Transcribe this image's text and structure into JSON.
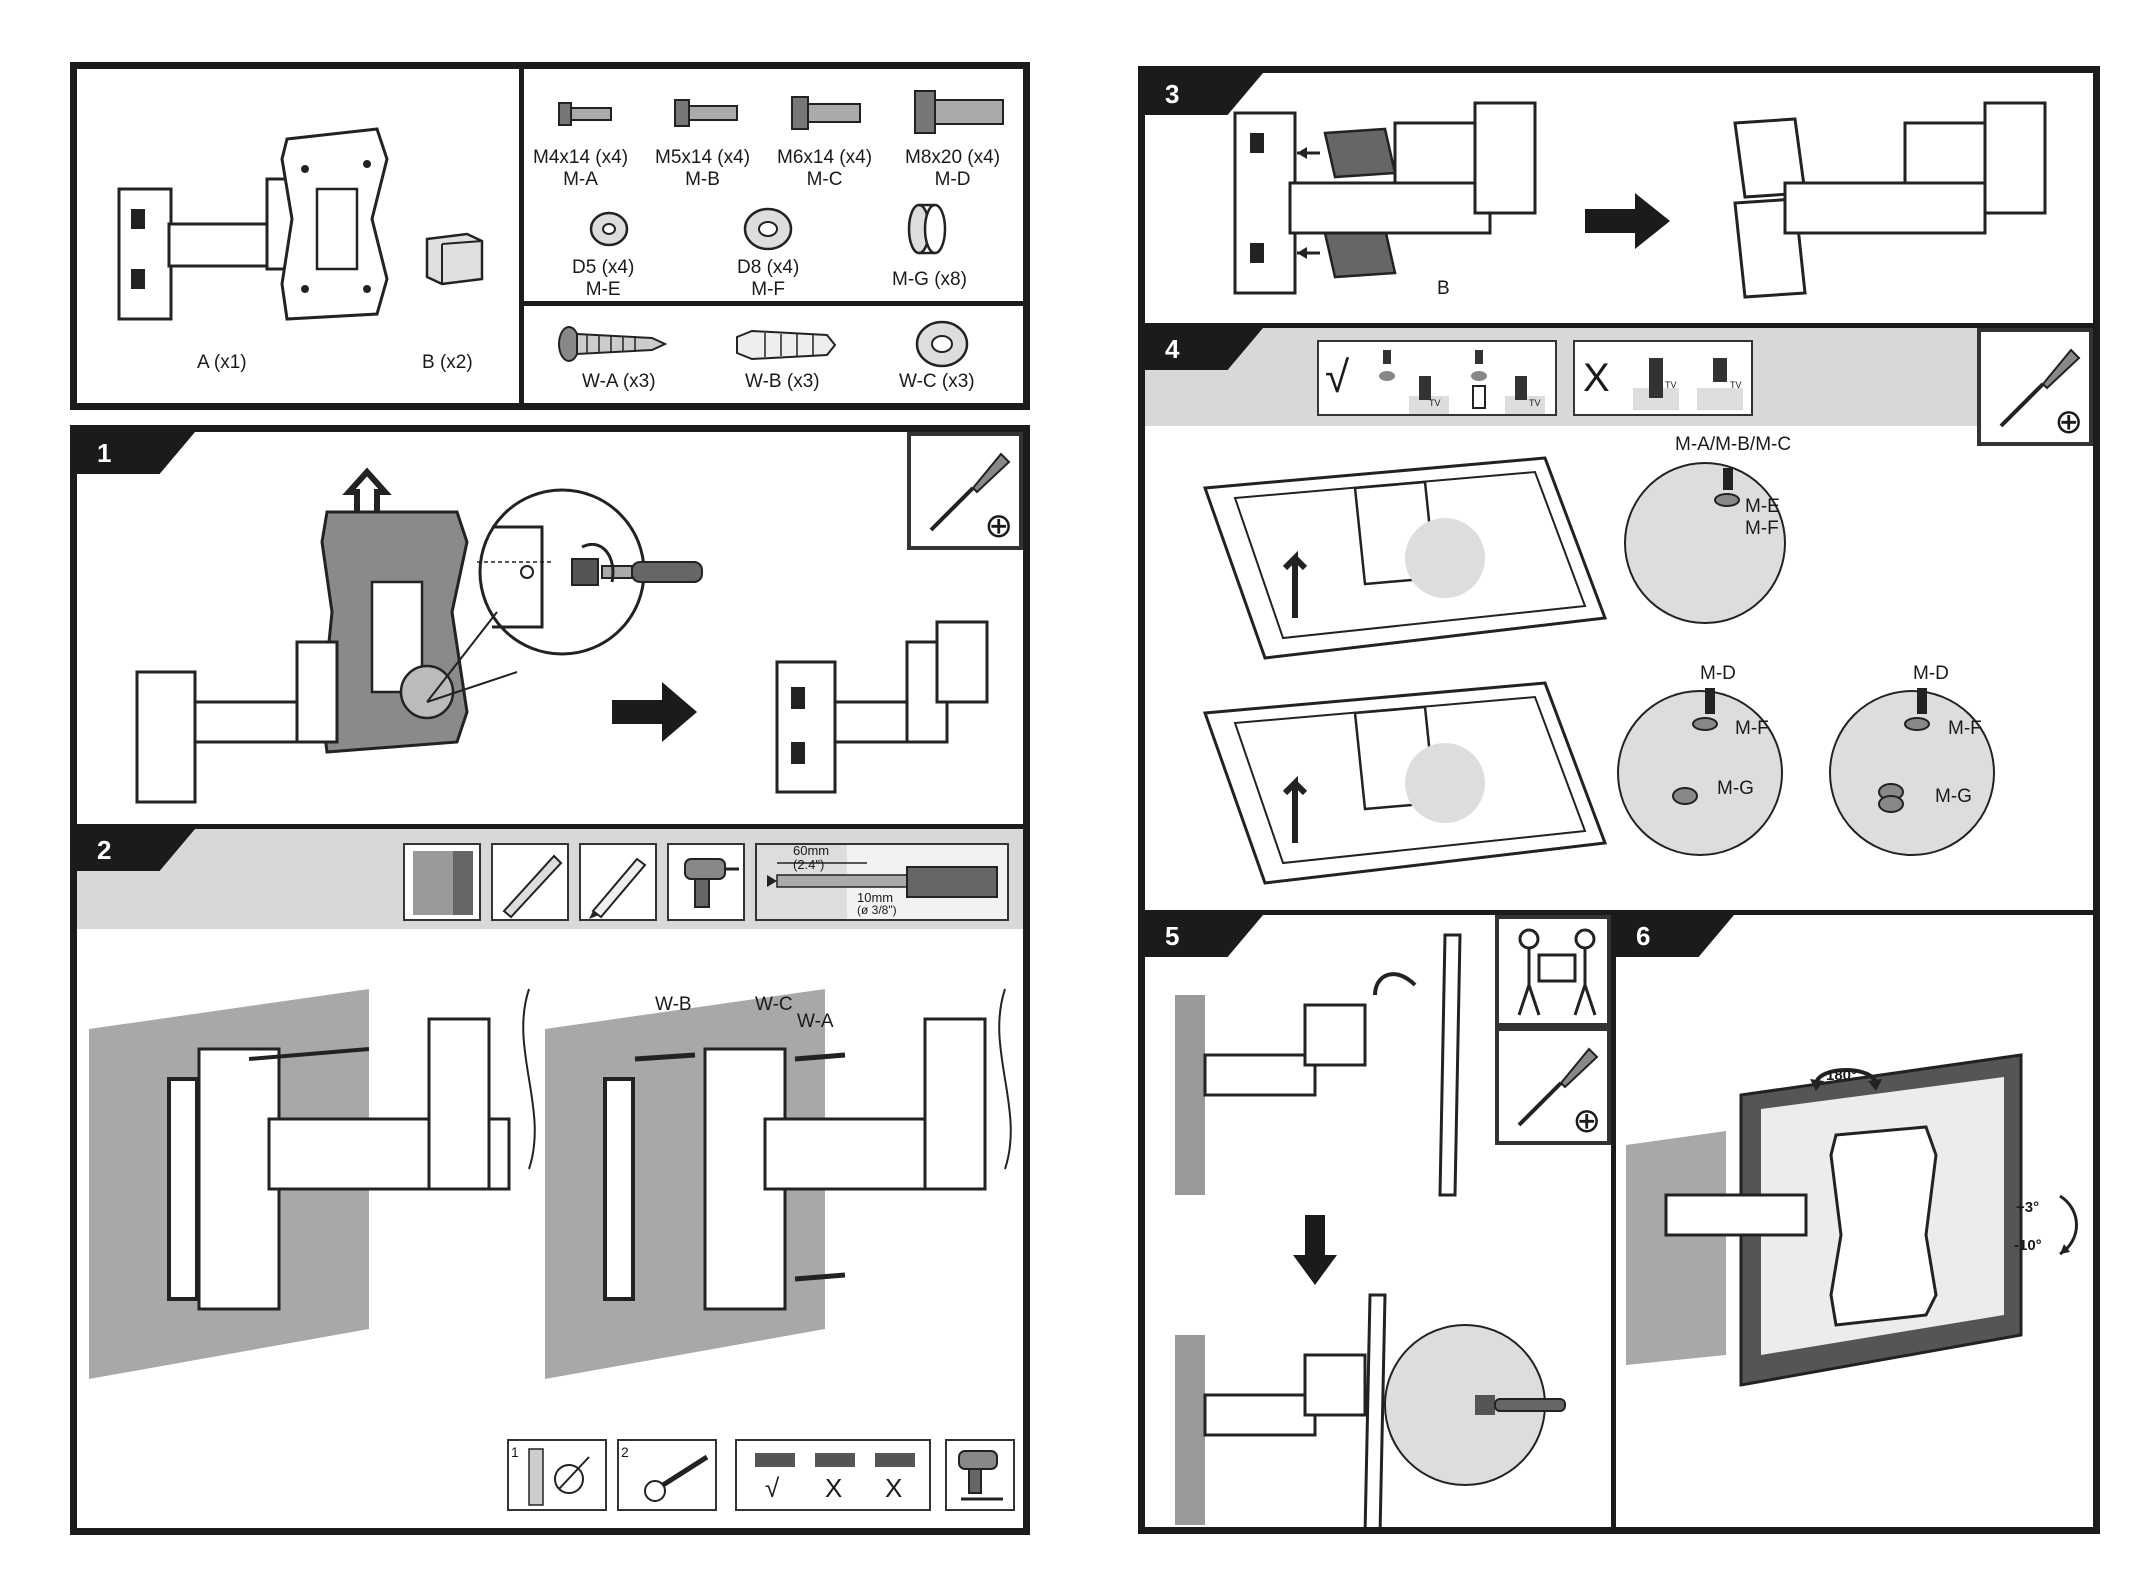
{
  "parts": {
    "bracket": "A (x1)",
    "spacer": "B (x2)",
    "screws": [
      {
        "size": "M4x14 (x4)",
        "code": "M-A"
      },
      {
        "size": "M5x14 (x4)",
        "code": "M-B"
      },
      {
        "size": "M6x14 (x4)",
        "code": "M-C"
      },
      {
        "size": "M8x20 (x4)",
        "code": "M-D"
      }
    ],
    "washers": [
      {
        "size": "D5 (x4)",
        "code": "M-E"
      },
      {
        "size": "D8 (x4)",
        "code": "M-F"
      }
    ],
    "spacer_mg": "M-G (x8)",
    "wall": [
      "W-A (x3)",
      "W-B (x3)",
      "W-C (x3)"
    ]
  },
  "steps": {
    "s1": "1",
    "s2": "2",
    "s3": "3",
    "s4": "4",
    "s5": "5",
    "s6": "6"
  },
  "step2": {
    "drill_depth": "60mm",
    "drill_depth_in": "(2.4\")",
    "drill_dia": "10mm",
    "drill_dia_in": "(ø 3/8\")",
    "callouts": {
      "wb": "W-B",
      "wc": "W-C",
      "wa": "W-A"
    },
    "level_marks": [
      "√",
      "X",
      "X"
    ],
    "sub1": "1",
    "sub2": "2"
  },
  "step3": {
    "spacer_label": "B"
  },
  "step4": {
    "check": "√",
    "cross": "X",
    "tv": "TV",
    "callouts": {
      "screws": "M-A/M-B/M-C",
      "me": "M-E",
      "mf": "M-F",
      "md": "M-D",
      "mg": "M-G"
    }
  },
  "step6": {
    "rotate": "180°",
    "tilt_up": "+3°",
    "tilt_down": "-10°"
  },
  "plus": "⊕"
}
